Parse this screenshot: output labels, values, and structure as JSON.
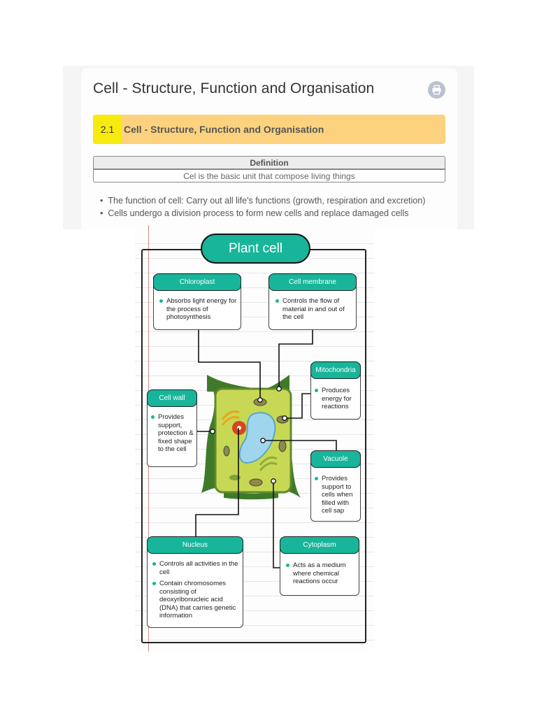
{
  "header": {
    "title": "Cell - Structure, Function and Organisation",
    "print_icon": "printer-icon"
  },
  "section": {
    "number": "2.1",
    "title": "Cell - Structure, Function and Organisation"
  },
  "definition": {
    "heading": "Definition",
    "text": "Cel is the basic unit that compose living things"
  },
  "bullets": [
    "The function of cell: Carry out all life's functions (growth, respiration and excretion)",
    "Cells undergo a division process to form new cells and replace damaged cells"
  ],
  "diagram": {
    "title": "Plant cell",
    "parts": {
      "chloroplast": {
        "label": "Chloroplast",
        "points": [
          "Absorbs light energy for the process of photosynthesis"
        ]
      },
      "cell_membrane": {
        "label": "Cell membrane",
        "points": [
          "Controls the flow of material in and out of the cell"
        ]
      },
      "mitochondria": {
        "label": "Mitochondria",
        "points": [
          "Produces energy for reactions"
        ]
      },
      "cell_wall": {
        "label": "Cell wall",
        "points": [
          "Provides support, protection & fixed shape to the cell"
        ]
      },
      "vacuole": {
        "label": "Vacuole",
        "points": [
          "Provides support to cells when filled with cell sap"
        ]
      },
      "nucleus": {
        "label": "Nucleus",
        "points": [
          "Controls all activities in the cell",
          "Contain chromosomes consisting of deoxyribonucleic acid (DNA) that carries genetic information"
        ]
      },
      "cytoplasm": {
        "label": "Cytoplasm",
        "points": [
          "Acts as a medium where chemical reactions occur"
        ]
      }
    }
  },
  "colors": {
    "accent_teal": "#18b59a",
    "section_bar": "#fdd27f",
    "section_number": "#f7ea0e",
    "cell_fill": "#c7d855",
    "cell_wall": "#3f7a2a",
    "nucleus": "#d9451f"
  }
}
